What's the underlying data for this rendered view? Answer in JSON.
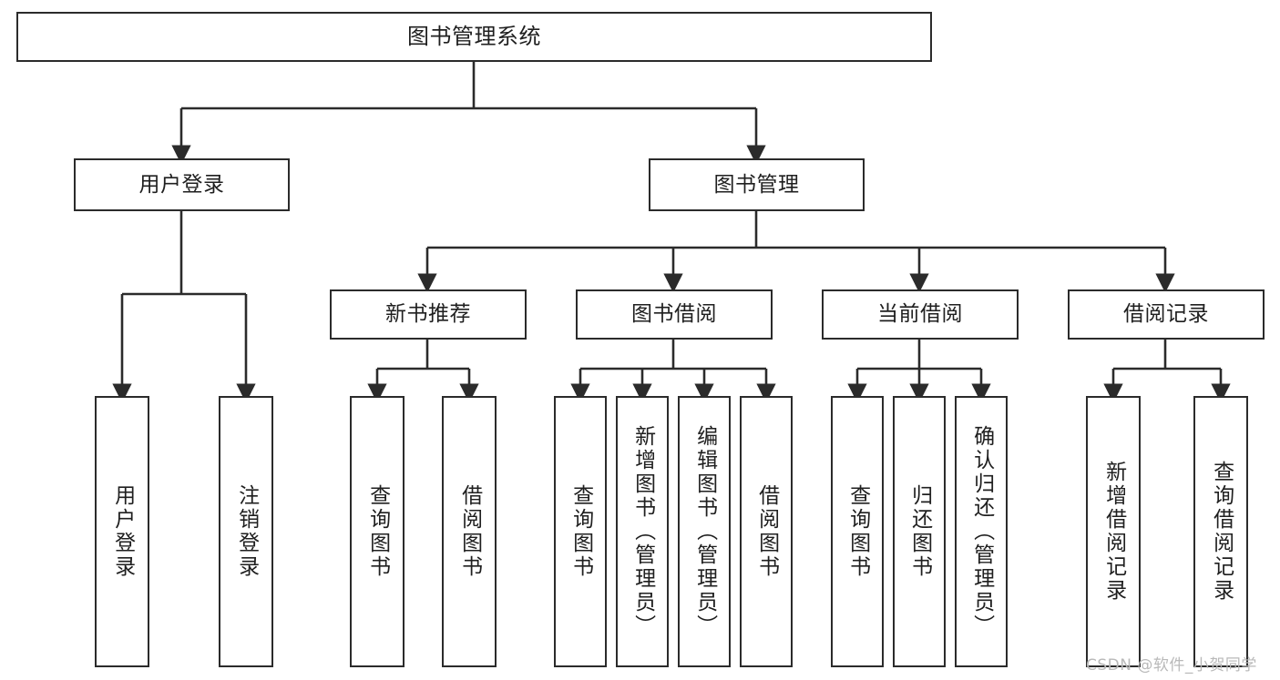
{
  "diagram": {
    "type": "hierarchy-tree",
    "title": "图书管理系统",
    "orientation": "top-down",
    "colors": {
      "background": "#ffffff",
      "node_border": "#2b2b2b",
      "node_fill": "#ffffff",
      "text": "#1f1f1f",
      "connector": "#2b2b2b",
      "watermark": "#b9b9b9"
    },
    "levels": {
      "root": "图书管理系统",
      "level2": [
        "用户登录",
        "图书管理"
      ],
      "level3": [
        "新书推荐",
        "图书借阅",
        "当前借阅",
        "借阅记录"
      ]
    }
  },
  "root": {
    "label": "图书管理系统"
  },
  "branches": [
    {
      "label": "用户登录",
      "children": [
        "用户登录",
        "注销登录"
      ]
    },
    {
      "label": "图书管理",
      "groups": [
        {
          "label": "新书推荐",
          "children": [
            "查询图书",
            "借阅图书"
          ]
        },
        {
          "label": "图书借阅",
          "children": [
            "查询图书",
            "新增图书（管理员）",
            "编辑图书（管理员）",
            "借阅图书"
          ]
        },
        {
          "label": "当前借阅",
          "children": [
            "查询图书",
            "归还图书",
            "确认归还（管理员）"
          ]
        },
        {
          "label": "借阅记录",
          "children": [
            "新增借阅记录",
            "查询借阅记录"
          ]
        }
      ]
    }
  ],
  "leaves": {
    "user_login": "用户登录",
    "user_logout": "注销登录",
    "rec_query_book": "查询图书",
    "rec_borrow_book": "借阅图书",
    "lend_query_book": "查询图书",
    "lend_add_book": "新增图书（管理员）",
    "lend_edit_book": "编辑图书（管理员）",
    "lend_borrow_book": "借阅图书",
    "cur_query_book": "查询图书",
    "cur_return_book": "归还图书",
    "cur_confirm_return": "确认归还（管理员）",
    "log_add_record": "新增借阅记录",
    "log_query_record": "查询借阅记录"
  },
  "nodes": {
    "root": "图书管理系统",
    "user_login_group": "用户登录",
    "book_manage_group": "图书管理",
    "new_book_rec": "新书推荐",
    "book_lending": "图书借阅",
    "current_lending": "当前借阅",
    "lending_record": "借阅记录"
  },
  "watermark": {
    "text": "CSDN @软件_小贺同学"
  }
}
